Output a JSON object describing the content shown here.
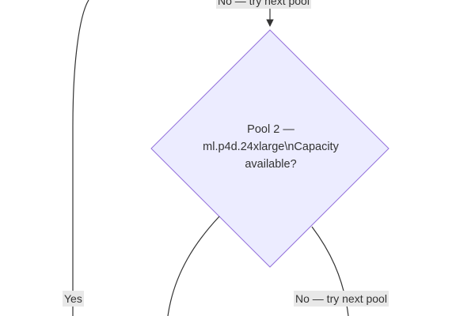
{
  "diagram": {
    "decision_node": {
      "lines": [
        "Pool 2 —",
        "ml.p4d.24xlarge\\nCapacity",
        "available?"
      ]
    },
    "edge_labels": {
      "incoming": "No — try next pool",
      "yes_branch": "Yes",
      "no_branch": "No — try next pool"
    }
  },
  "colors": {
    "node_fill": "#ececff",
    "node_stroke": "#9370db",
    "edge_stroke": "#333333",
    "label_background": "#e8e8e8",
    "text": "#333333"
  }
}
